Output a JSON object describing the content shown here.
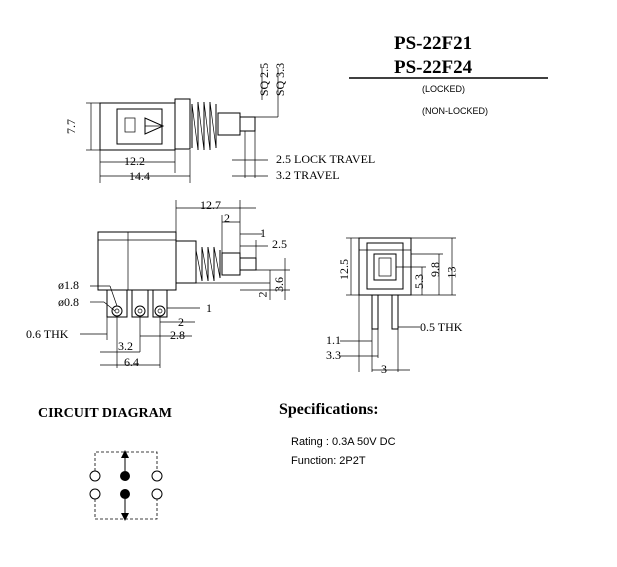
{
  "title": {
    "model_1": "PS-22F21",
    "model_2": "PS-22F24",
    "locked": "(LOCKED)",
    "non_locked": "(NON-LOCKED)"
  },
  "side_view": {
    "height": "7.7",
    "sq1": "SQ 2.5",
    "sq2": "SQ 3.3",
    "len1": "12.2",
    "len2": "14.4",
    "lock_travel": "2.5 LOCK TRAVEL",
    "travel": "3.2 TRAVEL"
  },
  "front_view": {
    "w127": "12.7",
    "w2": "2",
    "w1": "1",
    "w25": "2.5",
    "d18": "ø1.8",
    "d08": "ø0.8",
    "v2": "2",
    "v36": "3.6",
    "h1": "1",
    "h2": "2",
    "h28": "2.8",
    "thk": "0.6 THK",
    "p32": "3.2",
    "p64": "6.4"
  },
  "end_view": {
    "h125": "12.5",
    "h53": "5.3",
    "h98": "9.8",
    "h13": "13",
    "w11": "1.1",
    "w33": "3.3",
    "w3": "3",
    "thk": "0.5 THK"
  },
  "circuit": {
    "title": "CIRCUIT DIAGRAM"
  },
  "specs": {
    "title": "Specifications:",
    "rating": "Rating : 0.3A 50V DC",
    "function": "Function: 2P2T"
  }
}
